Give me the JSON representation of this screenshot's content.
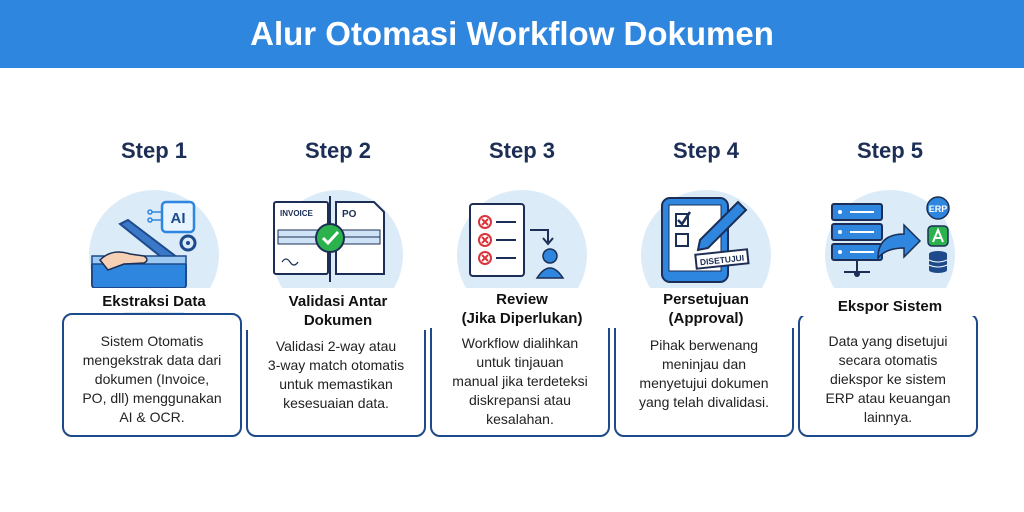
{
  "title": "Alur Otomasi Workflow Dokumen",
  "steps": [
    {
      "step": "Step 1",
      "title": "Ekstraksi Data",
      "title2": "",
      "desc": [
        "Sistem Otomatis",
        "mengekstrak data dari",
        "dokumen (Invoice,",
        "PO, dll) menggunakan",
        "AI & OCR."
      ],
      "icon": "scanner-ai-icon"
    },
    {
      "step": "Step 2",
      "title": "Validasi Antar",
      "title2": "Dokumen",
      "desc": [
        "Validasi 2-way atau",
        "3-way match otomatis",
        "untuk memastikan",
        "kesesuaian data."
      ],
      "icon": "document-match-icon"
    },
    {
      "step": "Step 3",
      "title": "Review",
      "title2": "(Jika Diperlukan)",
      "desc": [
        "Workflow dialihkan",
        "untuk tinjauan",
        "manual jika terdeteksi",
        "diskrepansi atau",
        "kesalahan."
      ],
      "icon": "review-checklist-icon"
    },
    {
      "step": "Step 4",
      "title": "Persetujuan",
      "title2": "(Approval)",
      "desc": [
        "Pihak berwenang",
        "meninjau dan",
        "menyetujui dokumen",
        "yang telah divalidasi."
      ],
      "icon": "approval-tablet-icon"
    },
    {
      "step": "Step 5",
      "title": "Ekspor Sistem",
      "title2": "",
      "desc": [
        "Data yang disetujui",
        "secara otomatis",
        "diekspor ke sistem",
        "ERP atau keuangan",
        "lainnya."
      ],
      "icon": "export-server-icon"
    }
  ],
  "icon_text": {
    "ai": "AI",
    "invoice": "INVOICE",
    "po": "PO",
    "stamp": "DISETUJUI",
    "erp": "ERP"
  },
  "colors": {
    "header": "#2e86de",
    "accent": "#1c4a8a",
    "circle": "#dcebf8",
    "check": "#2bb24c",
    "error": "#d9343a"
  }
}
